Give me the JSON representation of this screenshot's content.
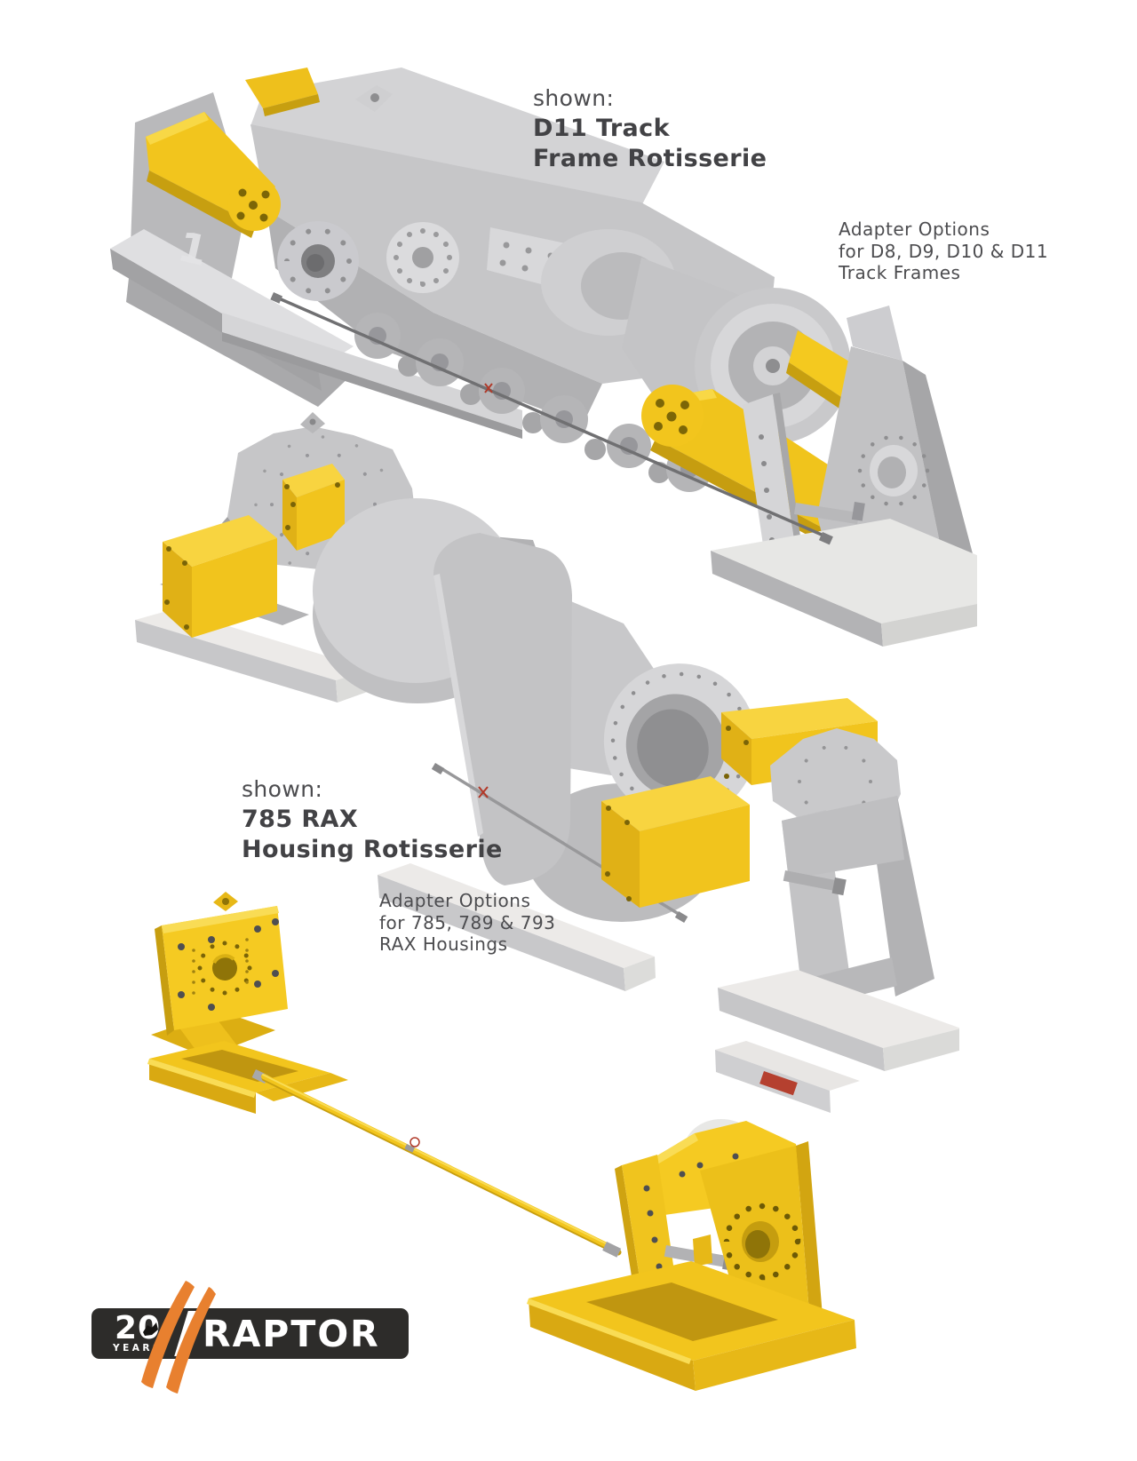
{
  "figures": {
    "d11": {
      "caption": {
        "shown_label": "shown:",
        "title_line1": "D11 Track",
        "title_line2": "Frame Rotisserie"
      },
      "adapter_note": {
        "line1": "Adapter Options",
        "line2": "for D8, D9, D10 & D11",
        "line3": "Track Frames"
      },
      "stand_marking": "1"
    },
    "rax": {
      "caption": {
        "shown_label": "shown:",
        "title_line1": "785 RAX",
        "title_line2": "Housing Rotisserie"
      },
      "adapter_note": {
        "line1": "Adapter Options",
        "line2": "for 785, 789 & 793",
        "line3": "RAX Housings"
      }
    }
  },
  "logo": {
    "years_number": "20",
    "years_label": "YEARS",
    "brand": "RAPTOR"
  },
  "colors": {
    "page-bg": "#ffffff",
    "text-dark": "#454548",
    "machine-gray": "#c5c5c7",
    "machine-gray-dark": "#a8a8aa",
    "base-white": "#eceae8",
    "accent-yellow": "#f2c51d",
    "accent-yellow-dark": "#d9a912",
    "logo-bg": "#2d2c2a",
    "logo-orange": "#e8802f",
    "warning-red": "#b5402f"
  }
}
